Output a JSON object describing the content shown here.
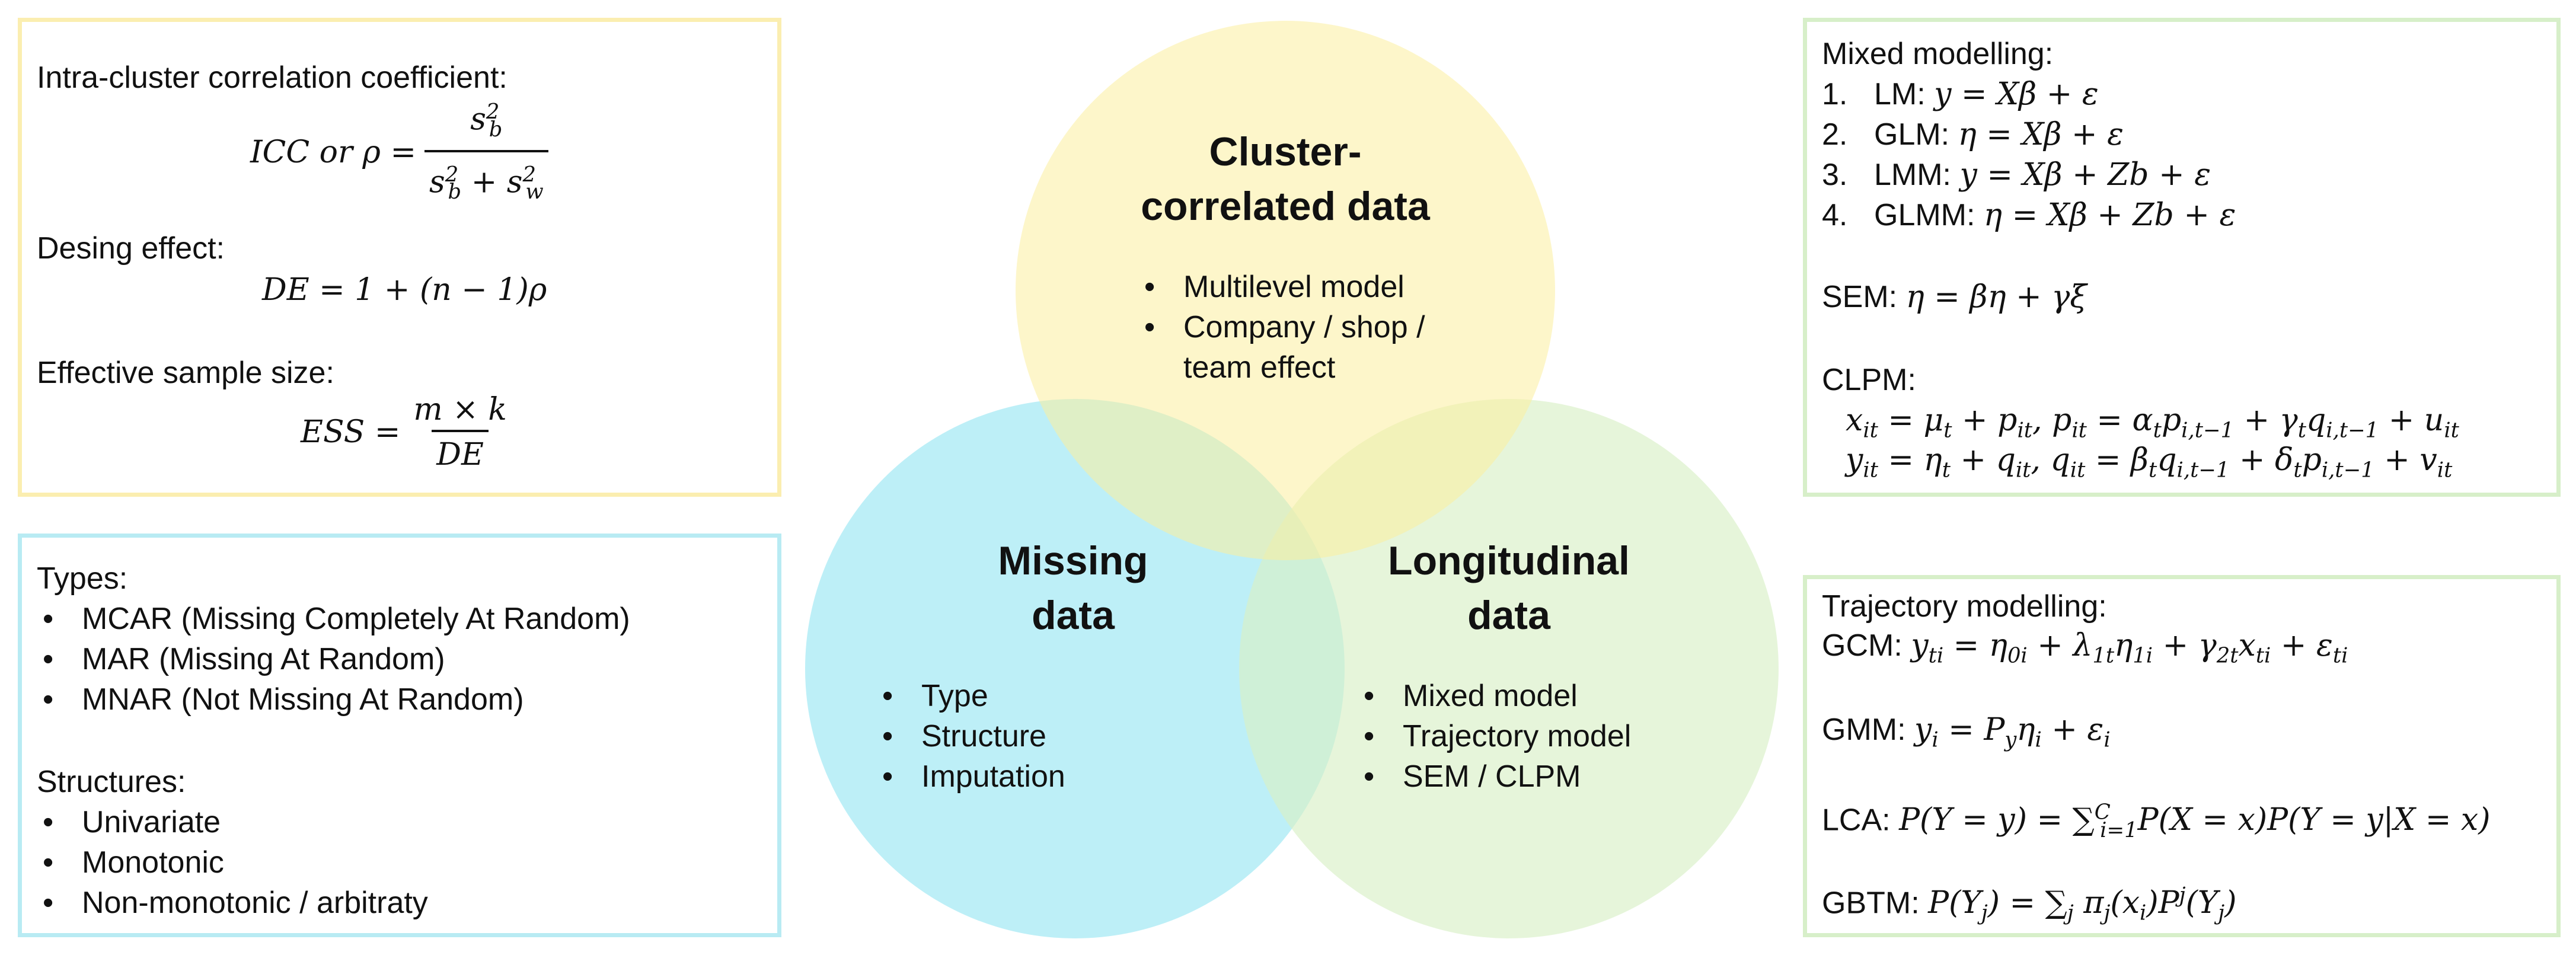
{
  "colors": {
    "yellow_circle": "#fcee9f",
    "blue_circle": "#9ae6f3",
    "green_circle": "#d8f0c6",
    "yellow_border": "#fbeeb0",
    "blue_border": "#b8ebf3",
    "green_border": "#d7efc9"
  },
  "venn": {
    "cluster": {
      "title": "Cluster-\ncorrelated data",
      "items": [
        "Multilevel model",
        "Company / shop /\nteam effect"
      ]
    },
    "missing": {
      "title": "Missing\ndata",
      "items": [
        "Type",
        "Structure",
        "Imputation"
      ]
    },
    "longitudinal": {
      "title": "Longitudinal\ndata",
      "items": [
        "Mixed model",
        "Trajectory model",
        "SEM / CLPM"
      ]
    }
  },
  "icc_box": {
    "icc_label": "Intra-cluster correlation coefficient:",
    "icc_lhs": "ICC or ρ =",
    "de_label": "Desing effect:",
    "de_formula": "DE = 1 + (n − 1)ρ",
    "ess_label": "Effective sample size:",
    "ess_lhs": "ESS =",
    "ess_num": "m × k",
    "ess_den": "DE"
  },
  "missing_box": {
    "types_label": "Types:",
    "types": [
      "MCAR (Missing Completely At Random)",
      "MAR (Missing At Random)",
      "MNAR (Not Missing At Random)"
    ],
    "structures_label": "Structures:",
    "structures": [
      "Univariate",
      "Monotonic",
      "Non-monotonic / arbitraty"
    ]
  },
  "mixed_box": {
    "title": "Mixed modelling:",
    "models": [
      {
        "num": "1.",
        "name": "LM:",
        "formula": "y = Xβ + ε"
      },
      {
        "num": "2.",
        "name": "GLM:",
        "formula": "η = Xβ + ε"
      },
      {
        "num": "3.",
        "name": "LMM:",
        "formula": "y = Xβ + Zb + ε"
      },
      {
        "num": "4.",
        "name": "GLMM:",
        "formula": "η = Xβ + Zb + ε"
      }
    ],
    "sem_label": "SEM:",
    "sem_formula": "η = βη + γξ",
    "clpm_label": "CLPM:"
  },
  "trajectory_box": {
    "title": "Trajectory modelling:",
    "gcm_label": "GCM:",
    "gmm_label": "GMM:",
    "lca_label": "LCA:",
    "gbtm_label": "GBTM:"
  }
}
